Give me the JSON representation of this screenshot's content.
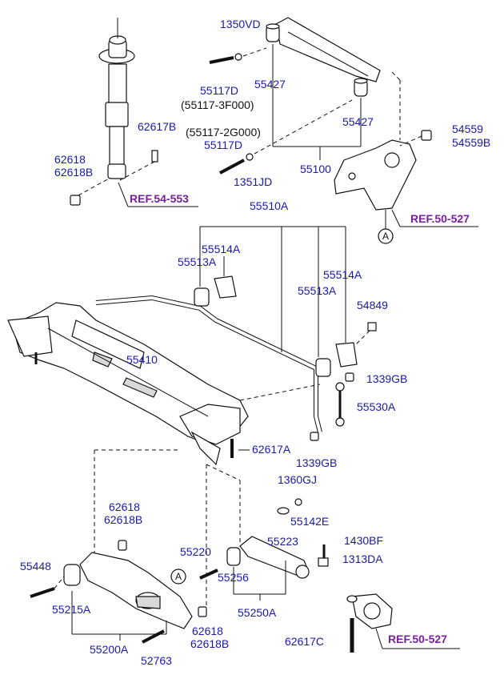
{
  "labels": {
    "p1350VD": "1350VD",
    "p55117D_a": "55117D",
    "p55117_3F000": "(55117-3F000)",
    "p55427_a": "55427",
    "p55427_b": "55427",
    "p55117_2G000": "(55117-2G000)",
    "p55117D_b": "55117D",
    "p1351JD": "1351JD",
    "p55100": "55100",
    "p54559": "54559",
    "p54559B": "54559B",
    "p62617B": "62617B",
    "p62618_a": "62618",
    "p62618B_a": "62618B",
    "p55510A": "55510A",
    "p55514A_a": "55514A",
    "p55513A_a": "55513A",
    "p55514A_b": "55514A",
    "p55513A_b": "55513A",
    "p54849": "54849",
    "p55410": "55410",
    "p1339GB_a": "1339GB",
    "p55530A": "55530A",
    "p62617A": "62617A",
    "p1339GB_b": "1339GB",
    "p1360GJ": "1360GJ",
    "p55142E": "55142E",
    "p62618_b": "62618",
    "p62618B_b": "62618B",
    "p55223": "55223",
    "p1430BF": "1430BF",
    "p1313DA": "1313DA",
    "p55448": "55448",
    "p55220": "55220",
    "p55256": "55256",
    "p55215A": "55215A",
    "p55250A": "55250A",
    "p62618_c": "62618",
    "p62618B_c": "62618B",
    "p55200A": "55200A",
    "p52763": "52763",
    "p62617C": "62617C"
  },
  "refs": {
    "ref_54_553": "REF.54-553",
    "ref_50_527_a": "REF.50-527",
    "ref_50_527_b": "REF.50-527"
  },
  "circles": {
    "a_top": "A",
    "a_bottom": "A"
  }
}
